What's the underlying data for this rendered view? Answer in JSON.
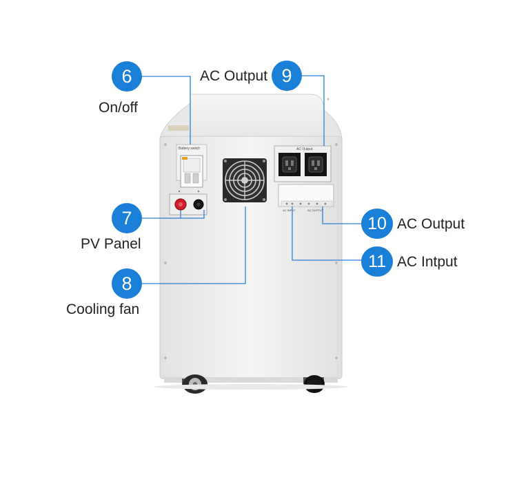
{
  "callouts": [
    {
      "number": "6",
      "label": "On/off"
    },
    {
      "number": "7",
      "label": "PV Panel"
    },
    {
      "number": "8",
      "label": "Cooling fan"
    },
    {
      "number": "9",
      "label": "AC Output"
    },
    {
      "number": "10",
      "label": "AC Output"
    },
    {
      "number": "11",
      "label": "AC Intput"
    }
  ],
  "cabinet": {
    "switch_label": "Battery switch",
    "socket_panel_label": "AC Output",
    "terminal_left_label": "AC INPUT",
    "terminal_right_label": "AC OUTPUT"
  },
  "colors": {
    "accent": "#1a7fd6",
    "cabinet": "#eeeeee",
    "positive_terminal": "#d21f2b",
    "negative_terminal": "#111111"
  }
}
